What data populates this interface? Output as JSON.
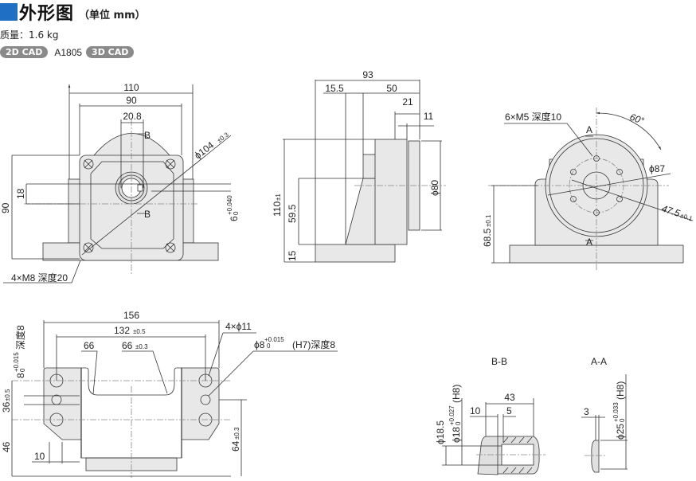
{
  "header": {
    "title": "外形图",
    "unit": "（单位 mm）",
    "accent_color": "#1f6fc3"
  },
  "weight": "质量：1.6 kg",
  "cad": {
    "badge_2d": "2D CAD",
    "part_code": "A1805",
    "badge_3d": "3D CAD",
    "badge_color": "#8a8a8a"
  },
  "front_view": {
    "dim_110": "110",
    "dim_90_top": "90",
    "dim_20_8": "20.8",
    "section_b_top": "B",
    "section_b_bottom": "B",
    "dim_phi104": "ϕ104",
    "tol_phi104": "±0.3",
    "dim_90_left": "90",
    "dim_18": "18",
    "dim_6": "6",
    "tol_6_upper": "+0.040",
    "tol_6_lower": "0",
    "callout_m8": "4×M8 深度20"
  },
  "side_view": {
    "dim_93": "93",
    "dim_15_5": "15.5",
    "dim_50": "50",
    "dim_21": "21",
    "dim_11": "11",
    "dim_110": "110",
    "tol_110": "±1",
    "dim_59_5": "59.5",
    "dim_15": "15",
    "dim_phi80": "ϕ80"
  },
  "rear_view": {
    "callout_m5": "6×M5 深度10",
    "angle_60": "60°",
    "section_a_top": "A",
    "section_a_bottom": "A",
    "dim_phi87": "ϕ87",
    "dim_47_5": "47.5",
    "tol_47_5": "±0.1",
    "dim_68_5": "68.5",
    "tol_68_5": "±0.1"
  },
  "bottom_view": {
    "dim_156": "156",
    "dim_132": "132",
    "tol_132": "±0.5",
    "dim_66a": "66",
    "dim_66b": "66",
    "tol_66b": "±0.3",
    "callout_phi11": "4×ϕ11",
    "callout_phi8": "ϕ8",
    "tol_phi8_upper": "+0.015",
    "tol_phi8_lower": "0",
    "callout_phi8_suffix": "(H7)深度8",
    "left_8": "8",
    "left_8_upper": "+0.015",
    "left_8_lower": "0",
    "left_8_depth": "深度8",
    "dim_36": "36",
    "tol_36": "±0.5",
    "dim_46": "46",
    "dim_10": "10",
    "dim_64": "64",
    "tol_64": "±0.3"
  },
  "section_bb": {
    "label": "B-B",
    "dim_43": "43",
    "dim_10": "10",
    "dim_5": "5",
    "dim_phi18_5": "ϕ18.5",
    "dim_phi18": "ϕ18",
    "tol_upper": "+0.027",
    "tol_lower": "0",
    "fit": "(H8)"
  },
  "section_aa": {
    "label": "A-A",
    "dim_3": "3",
    "dim_phi25": "ϕ25",
    "tol_upper": "+0.033",
    "tol_lower": "0",
    "fit": "(H8)"
  }
}
